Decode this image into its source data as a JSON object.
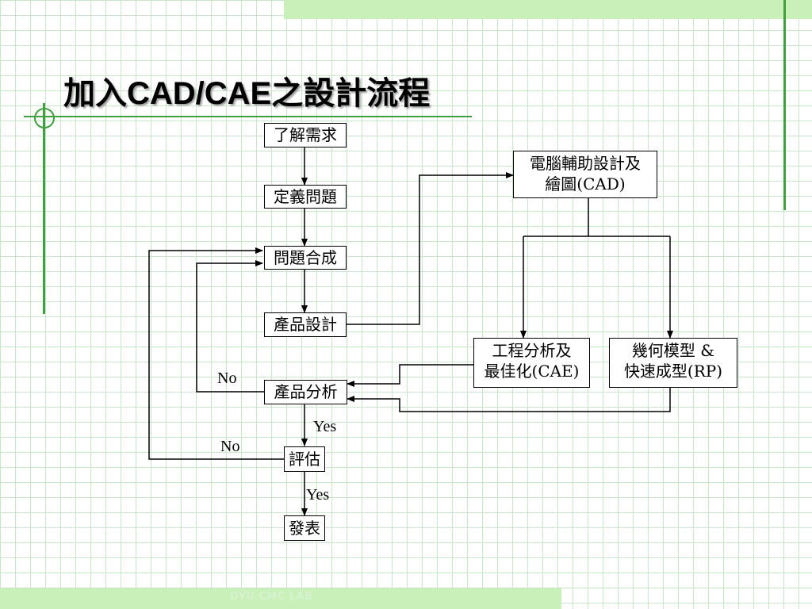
{
  "slide": {
    "title_prefix": "加入",
    "title_latin": "CAD/CAE",
    "title_suffix": "之設計流程",
    "footer": "DYU CMC LAB"
  },
  "flowchart": {
    "nodes": {
      "requirements": "了解需求",
      "define_problem": "定義問題",
      "synthesis": "問題合成",
      "product_design": "產品設計",
      "product_analysis": "產品分析",
      "evaluation": "評估",
      "publish": "發表",
      "cad_line1": "電腦輔助設計及",
      "cad_line2": "繪圖(CAD)",
      "cae_line1": "工程分析及",
      "cae_line2": "最佳化(CAE)",
      "rp_line1": "幾何模型 &",
      "rp_line2": "快速成型(RP)"
    },
    "edge_labels": {
      "analysis_no": "No",
      "analysis_yes": "Yes",
      "evaluation_no": "No",
      "evaluation_yes": "Yes"
    }
  },
  "colors": {
    "accent_green": "#3fa03f",
    "band_green": "#c8f0b8",
    "grid_green": "#c9e6c9"
  }
}
